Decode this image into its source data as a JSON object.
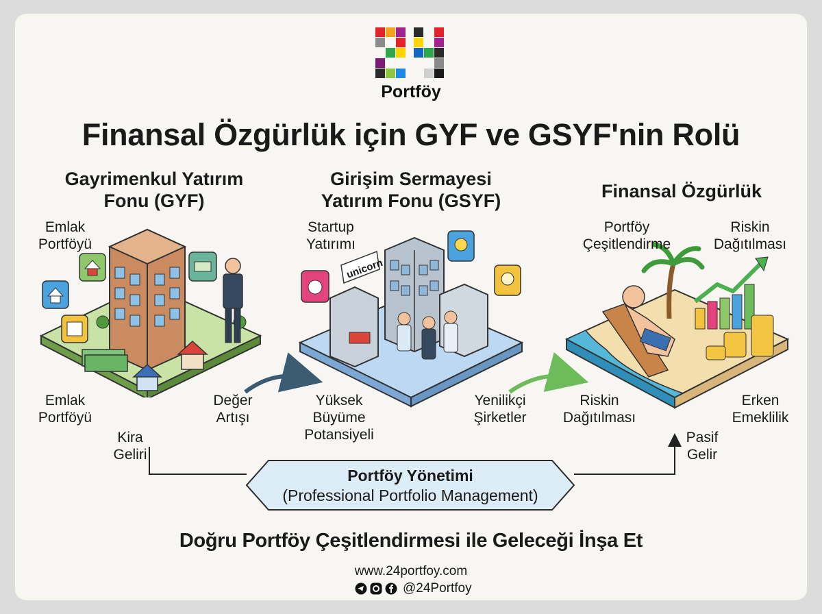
{
  "logo": {
    "number": "24",
    "word": "Portföy"
  },
  "title": "Finansal Özgürlük için GYF ve GSYF'nin Rolü",
  "sections": {
    "gyf": {
      "title_line1": "Gayrimenkul Yatırım",
      "title_line2": "Fonu (GYF)",
      "labels": {
        "emlak_top_1": "Emlak",
        "emlak_top_2": "Portföyü",
        "emlak_bottom_1": "Emlak",
        "emlak_bottom_2": "Portföyü",
        "kira_1": "Kira",
        "kira_2": "Geliri",
        "deger_1": "Değer",
        "deger_2": "Artışı"
      }
    },
    "gsyf": {
      "title_line1": "Girişim Sermayesi",
      "title_line2": "Yatırım Fonu (GSYF)",
      "sign": "unicorn",
      "labels": {
        "startup_1": "Startup",
        "startup_2": "Yatırımı",
        "yuksek_1": "Yüksek",
        "yuksek_2": "Büyüme",
        "yuksek_3": "Potansiyeli",
        "yenilikci_1": "Yenilikçi",
        "yenilikci_2": "Şirketler"
      }
    },
    "ff": {
      "title": "Finansal Özgürlük",
      "labels": {
        "portfoy_1": "Portföy",
        "portfoy_2": "Çeşitlendirme",
        "riskin_top_1": "Riskin",
        "riskin_top_2": "Dağıtılması",
        "riskin_bottom_1": "Riskin",
        "riskin_bottom_2": "Dağıtılması",
        "erken_1": "Erken",
        "erken_2": "Emeklilik",
        "pasif_1": "Pasif",
        "pasif_2": "Gelir"
      }
    }
  },
  "portfolio_management": {
    "line1": "Portföy Yönetimi",
    "line2": "(Professional Portfolio Management)"
  },
  "tagline": "Doğru Portföy Çeşitlendirmesi ile Geleceği İnşa Et",
  "footer": {
    "website": "www.24portfoy.com",
    "handle": "@24Portfoy"
  },
  "colors": {
    "accent_green": "#6dbb5a",
    "box_fill": "#dcedf8",
    "box_stroke": "#2b2b2b",
    "background": "#f7f6f3"
  },
  "icons": [
    "telegram-icon",
    "instagram-icon",
    "facebook-icon"
  ]
}
